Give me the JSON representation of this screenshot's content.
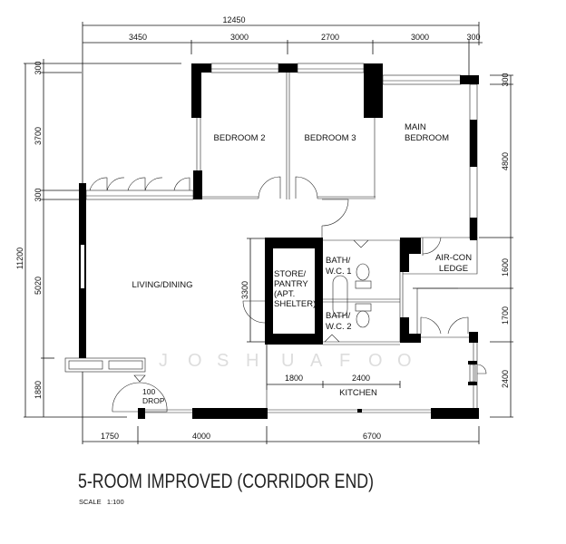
{
  "title": "5-ROOM IMPROVED (CORRIDOR END)",
  "scale": "SCALE   1:100",
  "watermark": [
    "J",
    "O",
    "S",
    "H",
    "U",
    "A",
    "F",
    "O",
    "O"
  ],
  "rooms": {
    "bedroom2": "BEDROOM 2",
    "bedroom3": "BEDROOM 3",
    "main_bedroom": [
      "MAIN",
      "BEDROOM"
    ],
    "living_dining": "LIVING/DINING",
    "store": [
      "STORE/",
      "PANTRY",
      "(APT.",
      "SHELTER)"
    ],
    "bath1": [
      "BATH/",
      "W.C. 1"
    ],
    "bath2": [
      "BATH/",
      "W.C. 2"
    ],
    "aircon": [
      "AIR-CON",
      "LEDGE"
    ],
    "kitchen": "KITCHEN",
    "refuse": [
      "100",
      "DROP"
    ]
  },
  "dimensions": {
    "top_total": "12450",
    "top": [
      "3450",
      "3000",
      "2700",
      "3000",
      "300"
    ],
    "left_total": "11200",
    "left": [
      "300",
      "3700",
      "300",
      "5020",
      "1880"
    ],
    "right": [
      "300",
      "4800",
      "1600",
      "1700",
      "2400"
    ],
    "bottom": [
      "1750",
      "4000",
      "6700"
    ],
    "store_height": "3300",
    "inner": [
      "1800",
      "2400"
    ]
  }
}
